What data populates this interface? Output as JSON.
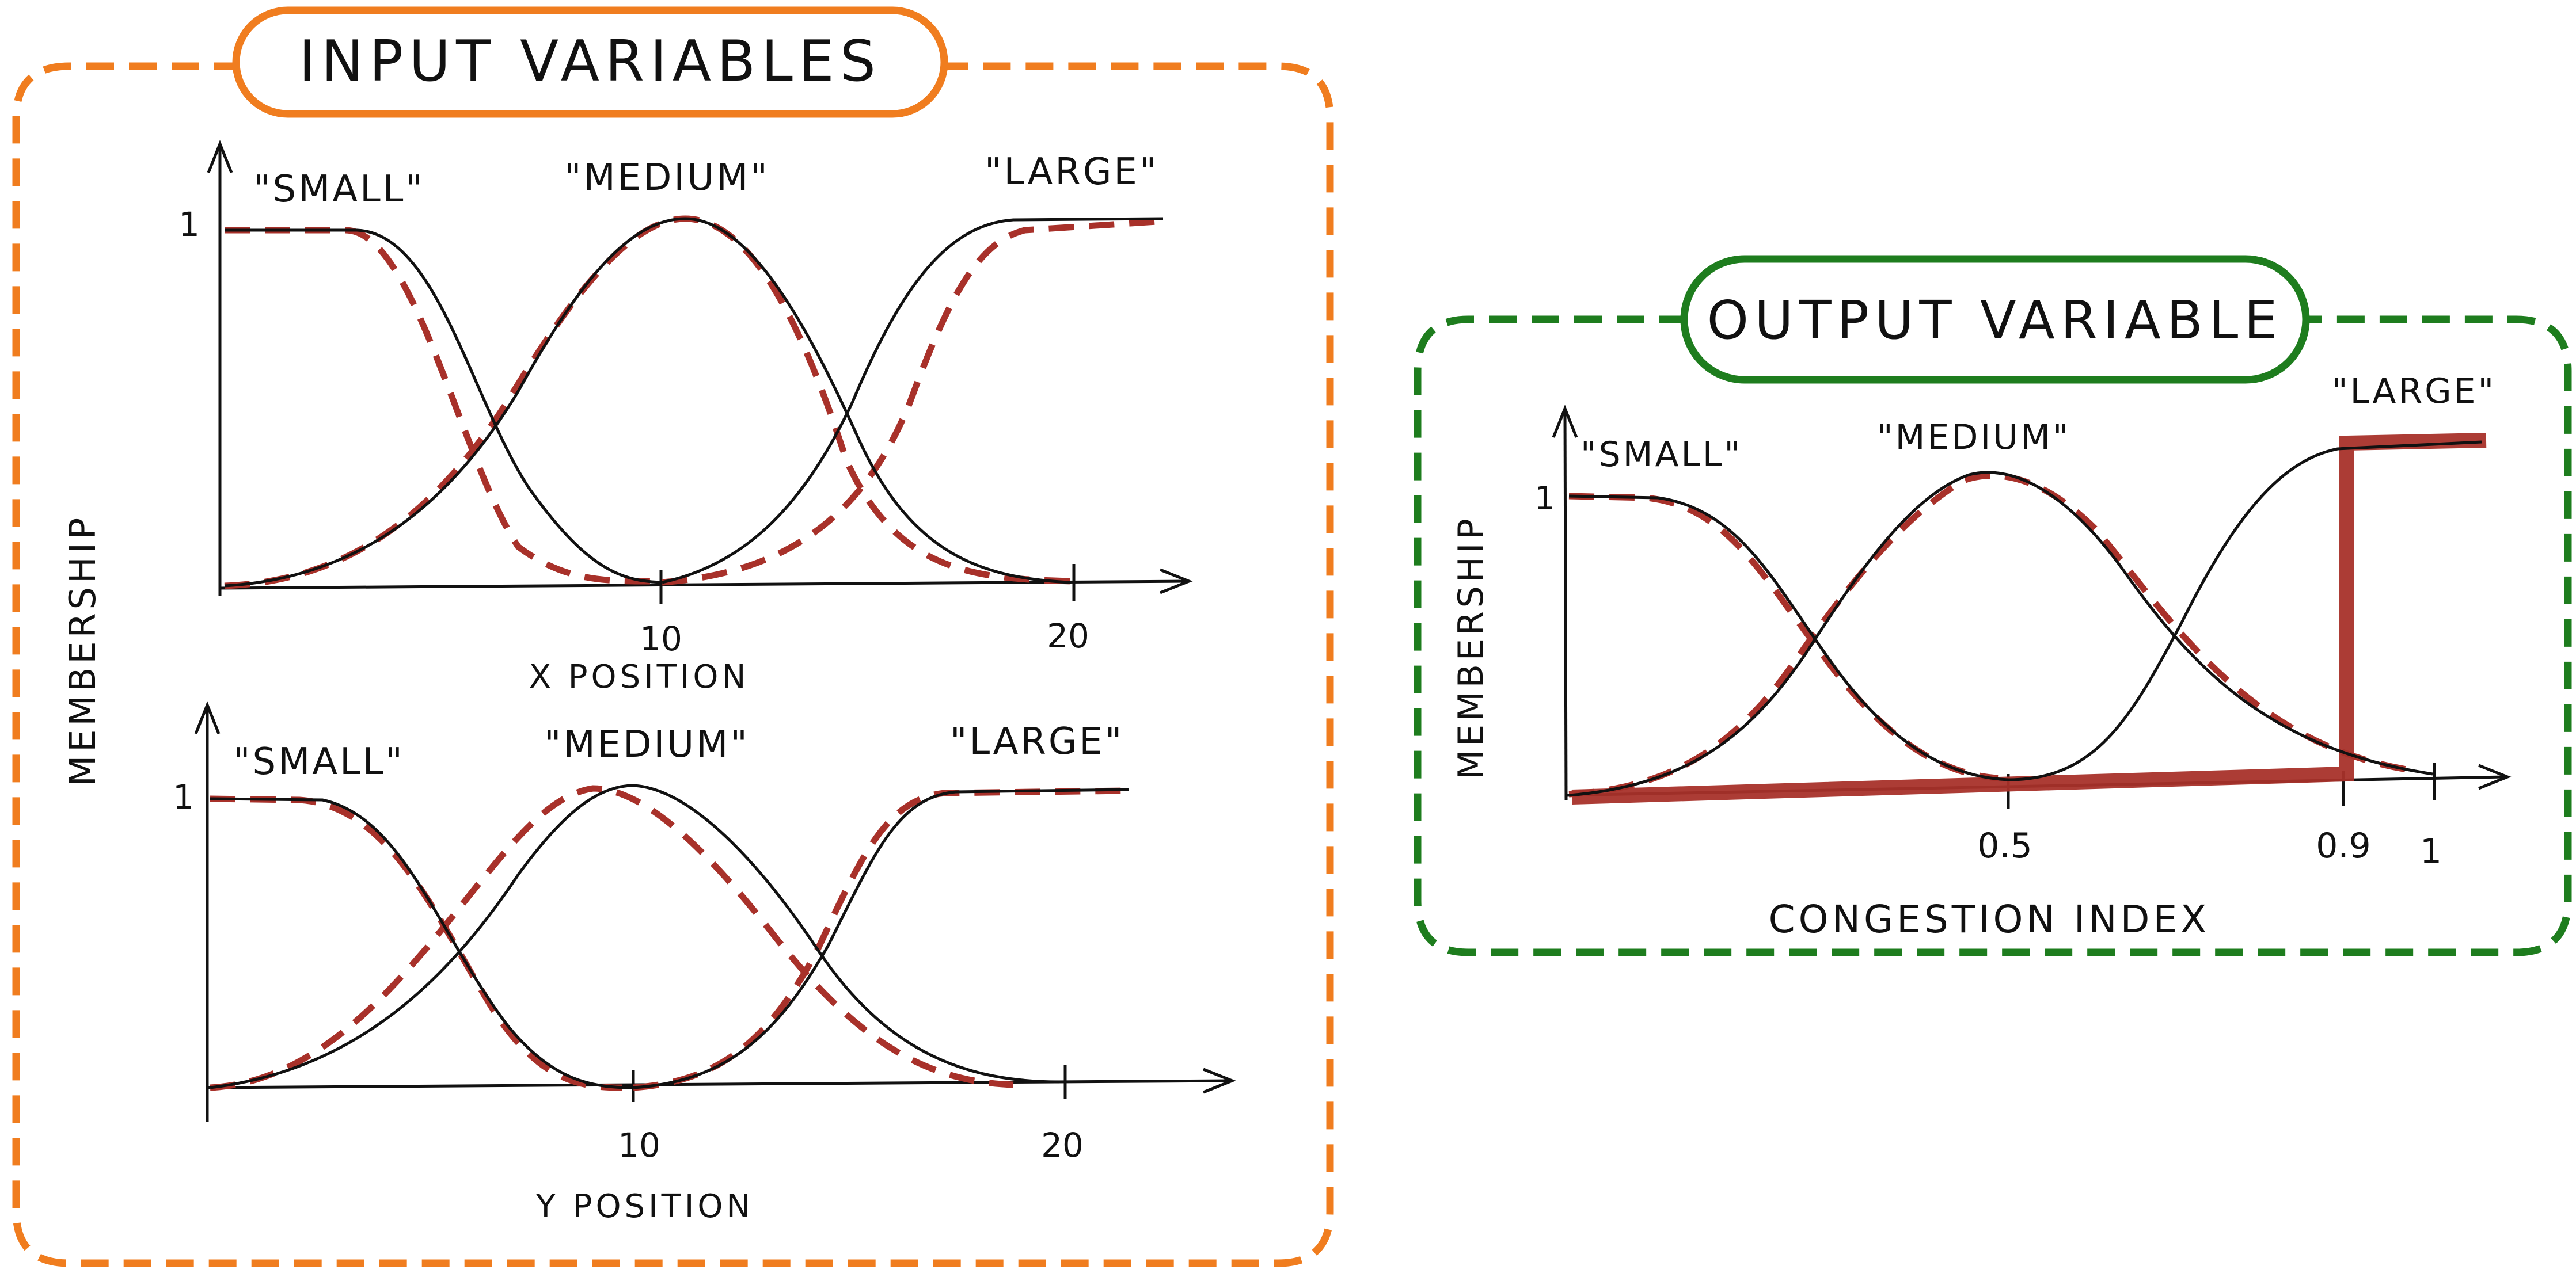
{
  "input_panel": {
    "title": "INPUT VARIABLES",
    "y_axis_label": "MEMBERSHIP",
    "border_color": "#f07d1f",
    "plots": [
      {
        "y_tick": "1",
        "labels": {
          "small": "\"SMALL\"",
          "medium": "\"MEDIUM\"",
          "large": "\"LARGE\""
        },
        "x_ticks": [
          "10",
          "20"
        ],
        "x_label": "X POSITION"
      },
      {
        "y_tick": "1",
        "labels": {
          "small": "\"SMALL\"",
          "medium": "\"MEDIUM\"",
          "large": "\"LARGE\""
        },
        "x_ticks": [
          "10",
          "20"
        ],
        "x_label": "Y POSITION"
      }
    ]
  },
  "output_panel": {
    "title": "OUTPUT VARIABLE",
    "y_axis_label": "MEMBERSHIP",
    "border_color": "#1e7d1e",
    "plot": {
      "y_tick": "1",
      "labels": {
        "small": "\"SMALL\"",
        "medium": "\"MEDIUM\"",
        "large": "\"LARGE\""
      },
      "x_ticks": [
        "0.5",
        "0.9",
        "1"
      ],
      "x_label": "CONGESTION INDEX"
    }
  },
  "colors": {
    "curve": "#111111",
    "dashed_curve": "#a8312a",
    "highlight": "#a8312a"
  },
  "icons": [
    "axis-arrow-icon"
  ]
}
